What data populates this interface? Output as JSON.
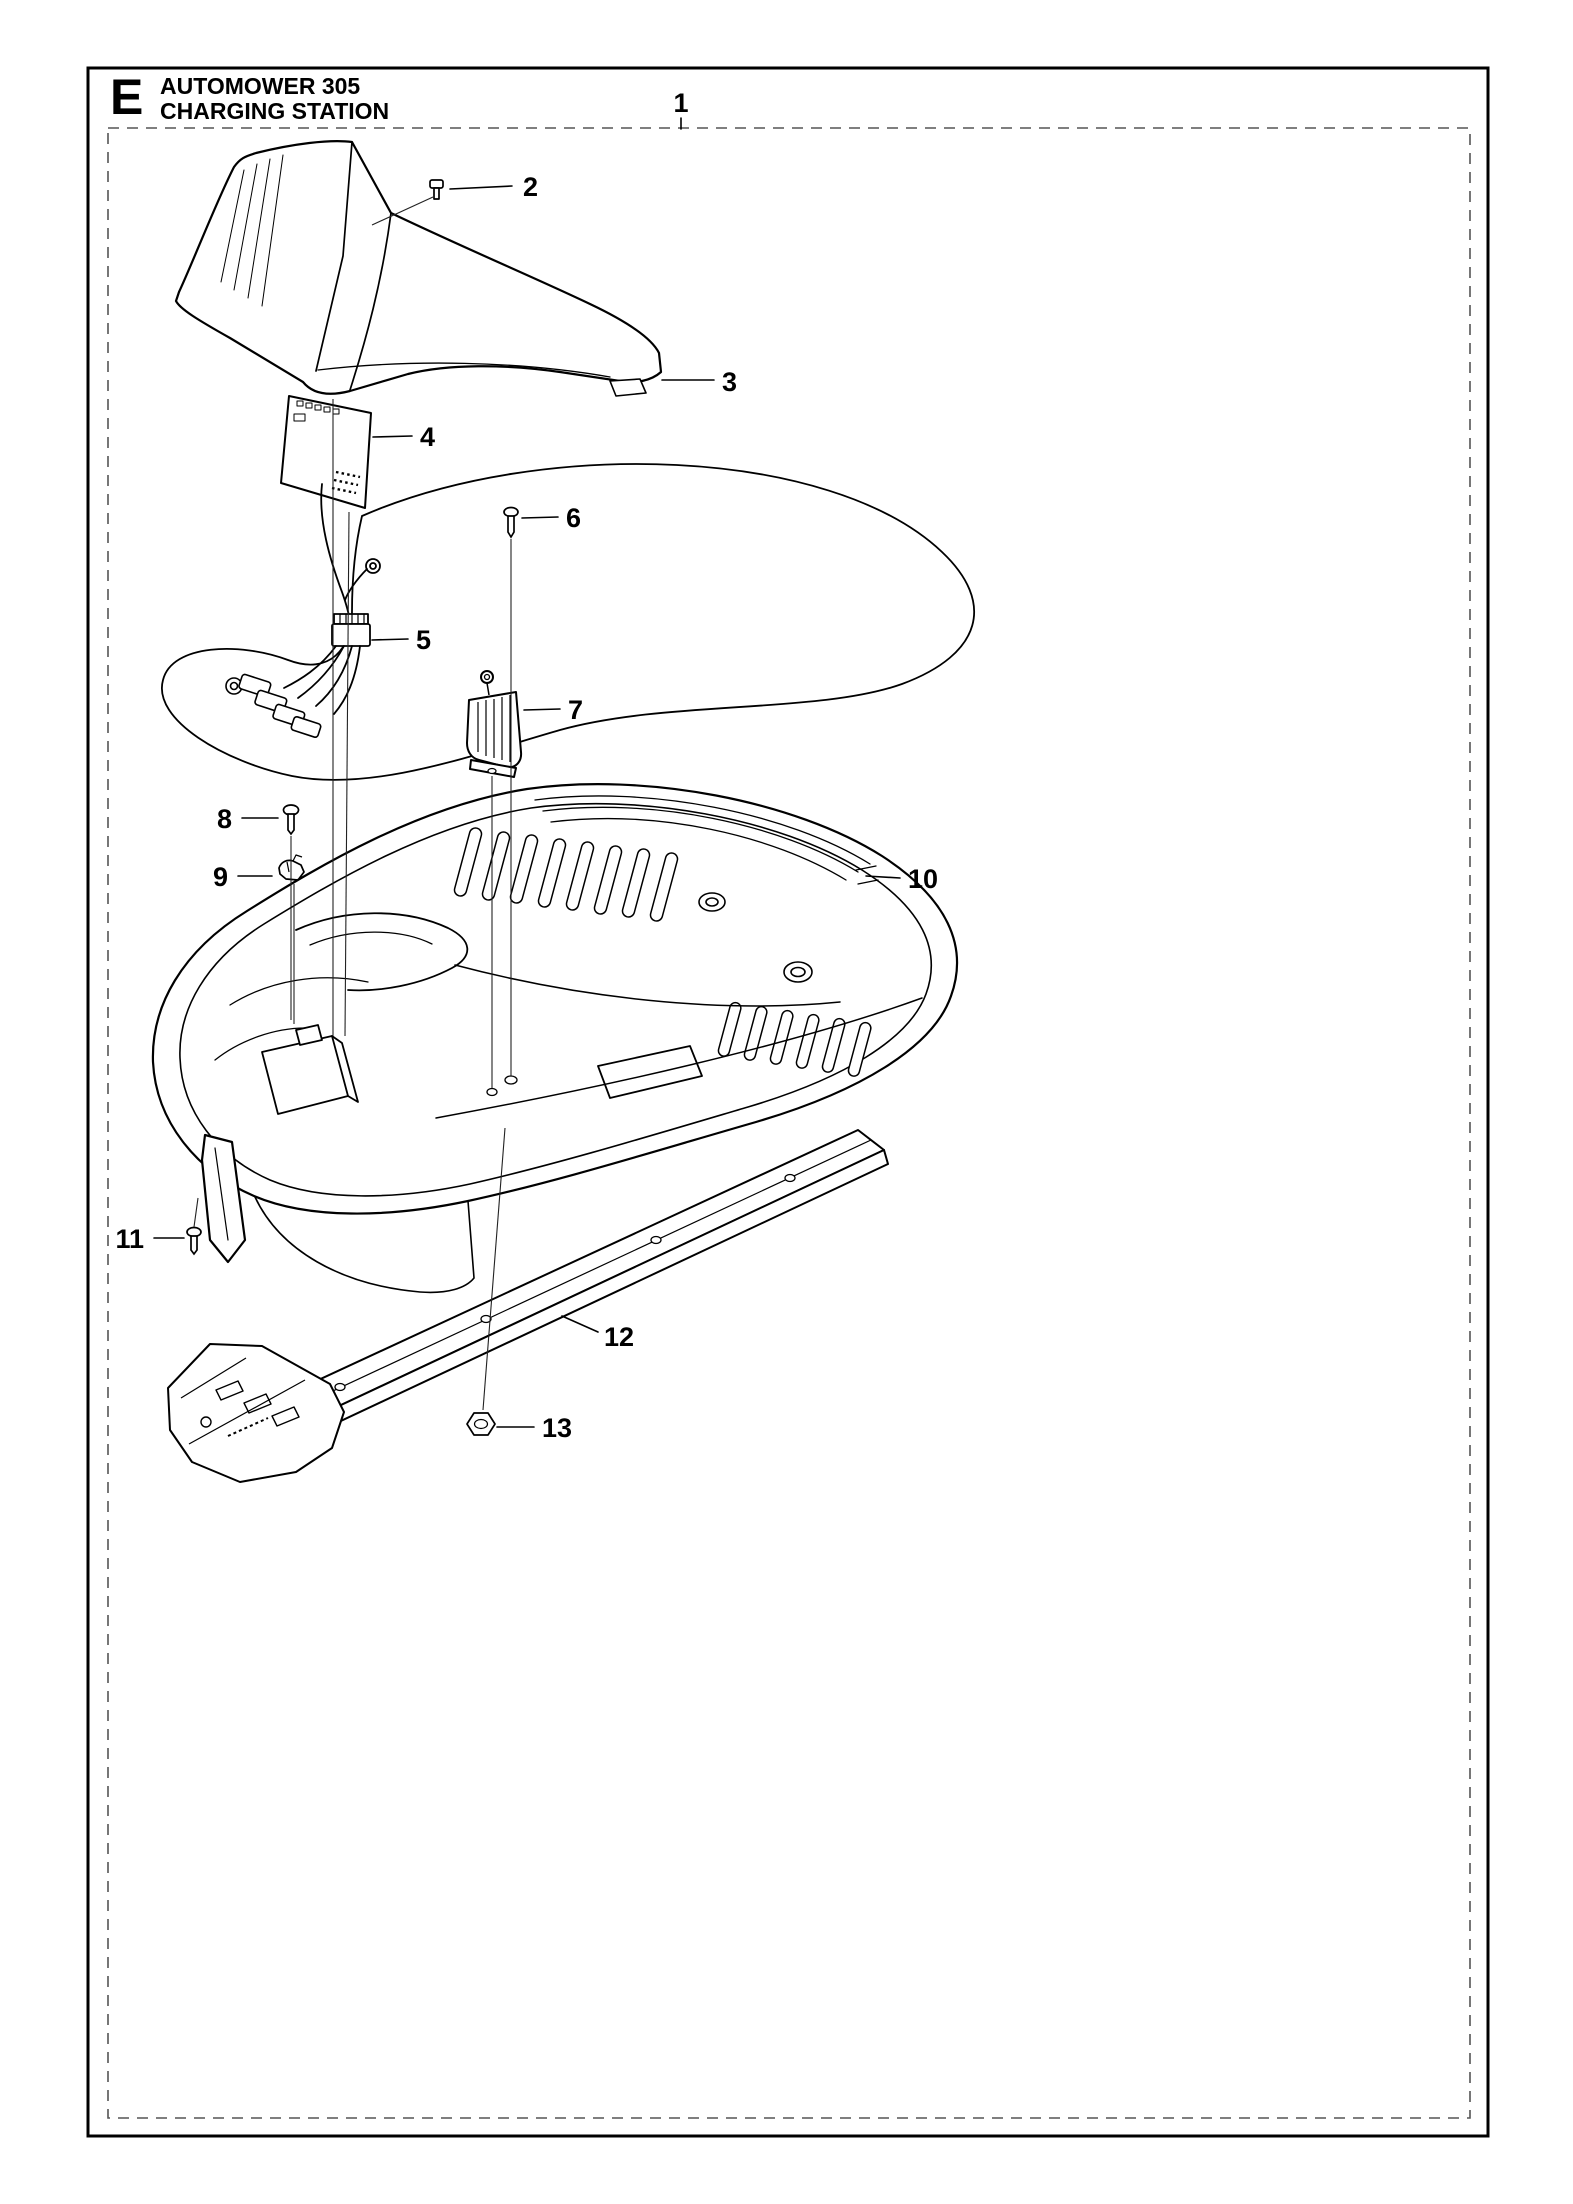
{
  "page": {
    "section_letter": "E",
    "title": "AUTOMOWER 305",
    "subtitle": "CHARGING STATION"
  },
  "diagram": {
    "type": "exploded-parts-diagram",
    "callouts": [
      "1",
      "2",
      "3",
      "4",
      "5",
      "6",
      "7",
      "8",
      "9",
      "10",
      "11",
      "12",
      "13"
    ]
  }
}
